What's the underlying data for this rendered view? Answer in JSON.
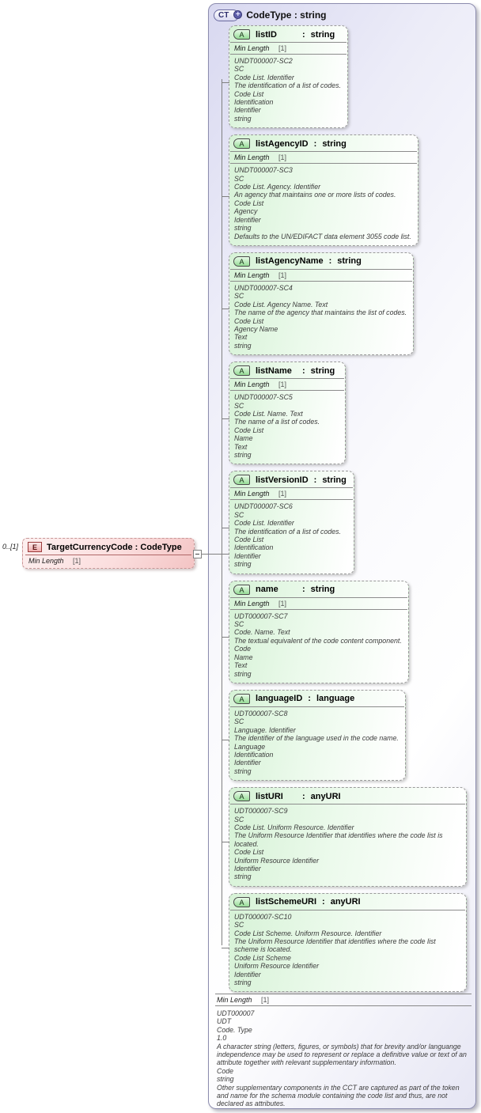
{
  "colors": {
    "container_fill": "#e6e6f4",
    "container_border": "#8c8cae",
    "attribute_fill": "#d6f2d6",
    "attribute_border": "#9a9a9a",
    "element_fill": "#f3c4c4",
    "element_border": "#c89898",
    "line": "#808080"
  },
  "element": {
    "cardinality": "0..[1]",
    "icon": "E",
    "name": "TargetCurrencyCode",
    "sep": ":",
    "type": "CodeType",
    "facet": {
      "label": "Min Length",
      "value": "[1]"
    }
  },
  "complex_type": {
    "icon": "CT",
    "plus": "+",
    "name": "CodeType",
    "sep": ":",
    "base": "string",
    "attr_icon": "A",
    "attributes": [
      {
        "name": "listID",
        "type": "string",
        "facet": {
          "label": "Min Length",
          "value": "[1]"
        },
        "doc": [
          "UNDT000007-SC2",
          "SC",
          "Code List. Identifier",
          "The identification of a list of codes.",
          "Code List",
          "Identification",
          "Identifier",
          "string"
        ]
      },
      {
        "name": "listAgencyID",
        "type": "string",
        "facet": {
          "label": "Min Length",
          "value": "[1]"
        },
        "doc": [
          "UNDT000007-SC3",
          "SC",
          "Code List. Agency. Identifier",
          "An agency that maintains one or more lists of codes.",
          "Code List",
          "Agency",
          "Identifier",
          "string",
          "Defaults to the UN/EDIFACT data element 3055 code list."
        ]
      },
      {
        "name": "listAgencyName",
        "type": "string",
        "facet": {
          "label": "Min Length",
          "value": "[1]"
        },
        "doc": [
          "UNDT000007-SC4",
          "SC",
          "Code List. Agency Name. Text",
          "The name of the agency that maintains the list of codes.",
          "Code List",
          "Agency Name",
          "Text",
          "string"
        ]
      },
      {
        "name": "listName",
        "type": "string",
        "facet": {
          "label": "Min Length",
          "value": "[1]"
        },
        "doc": [
          "UNDT000007-SC5",
          "SC",
          "Code List. Name. Text",
          "The name of a list of codes.",
          "Code List",
          "Name",
          "Text",
          "string"
        ]
      },
      {
        "name": "listVersionID",
        "type": "string",
        "facet": {
          "label": "Min Length",
          "value": "[1]"
        },
        "doc": [
          "UNDT000007-SC6",
          "SC",
          "Code List. Identifier",
          "The identification of a list of codes.",
          "Code List",
          "Identification",
          "Identifier",
          "string"
        ]
      },
      {
        "name": "name",
        "type": "string",
        "facet": {
          "label": "Min Length",
          "value": "[1]"
        },
        "doc": [
          "UDT000007-SC7",
          "SC",
          "Code. Name. Text",
          "The textual equivalent of the code content component.",
          "Code",
          "Name",
          "Text",
          "string"
        ]
      },
      {
        "name": "languageID",
        "type": "language",
        "facet": null,
        "doc": [
          "UDT000007-SC8",
          "SC",
          "Language. Identifier",
          "The identifier of the language used in the code name.",
          "Language",
          "Identification",
          "Identifier",
          "string"
        ]
      },
      {
        "name": "listURI",
        "type": "anyURI",
        "facet": null,
        "doc": [
          "UDT000007-SC9",
          "SC",
          "Code List. Uniform Resource. Identifier",
          "The Uniform Resource Identifier that identifies where the code list is located.",
          "Code List",
          "Uniform Resource Identifier",
          "Identifier",
          "string"
        ]
      },
      {
        "name": "listSchemeURI",
        "type": "anyURI",
        "facet": null,
        "doc": [
          "UDT000007-SC10",
          "SC",
          "Code List Scheme. Uniform Resource. Identifier",
          "The Uniform Resource Identifier that identifies where the code list scheme is located.",
          "Code List Scheme",
          "Uniform Resource Identifier",
          "Identifier",
          "string"
        ]
      }
    ],
    "footer": {
      "facet": {
        "label": "Min Length",
        "value": "[1]"
      },
      "doc": [
        "UDT000007",
        "UDT",
        "Code. Type",
        "1.0",
        "A character string (letters, figures, or symbols) that for brevity and/or languange independence may be used to represent or replace a definitive value or text of an attribute together with relevant supplementary information.",
        "Code",
        "string",
        "Other supplementary components in the CCT are captured as part of the token and name for the schema module containing the code list and thus, are not declared as attributes."
      ]
    }
  }
}
